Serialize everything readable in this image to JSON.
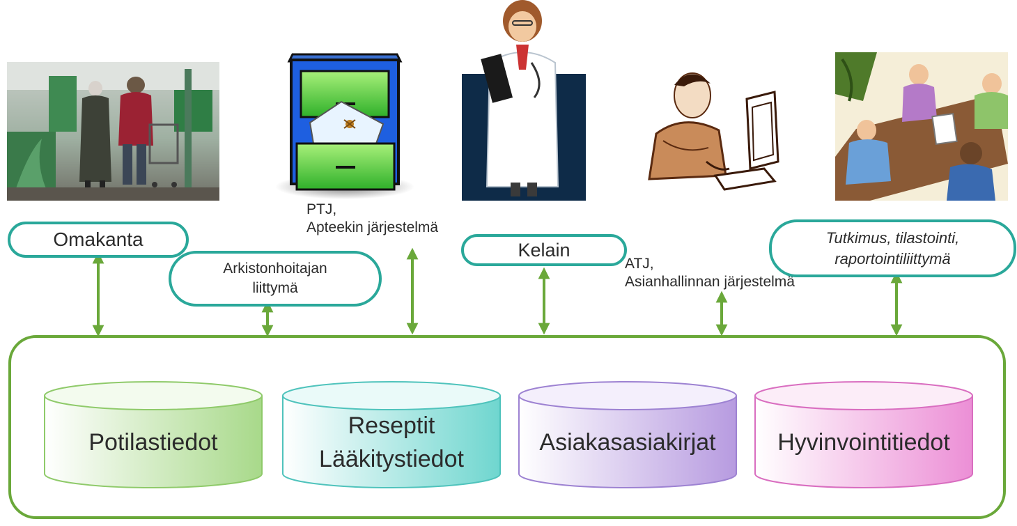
{
  "top_nodes": {
    "omakanta": "Omakanta",
    "arkisto_line1": "Arkistonhoitajan",
    "arkisto_line2": "liittymä",
    "ptj_line1": "PTJ,",
    "ptj_line2": "Apteekin järjestelmä",
    "kelain": "Kelain",
    "atj_line1": "ATJ,",
    "atj_line2": "Asianhallinnan järjestelmä",
    "tutkimus_line1": "Tutkimus, tilastointi,",
    "tutkimus_line2": "raportointiliittymä"
  },
  "databases": [
    {
      "line1": "Potilastiedot",
      "line2": "",
      "color": "#a8d98a"
    },
    {
      "line1": "Reseptit",
      "line2": "Lääkitystiedot",
      "color": "#6fd6cf"
    },
    {
      "line1": "Asiakasasiakirjat",
      "line2": "",
      "color": "#b79be0"
    },
    {
      "line1": "Hyvinvointitiedot",
      "line2": "",
      "color": "#ec8fd6"
    }
  ],
  "colors": {
    "arrow": "#6aa83a",
    "pill_border": "#2aa89a",
    "container_border": "#6aa83a"
  },
  "icons": [
    "elderly-shoppers-photo",
    "file-cabinet-icon",
    "doctor-icon",
    "computer-user-icon",
    "meeting-icon"
  ]
}
